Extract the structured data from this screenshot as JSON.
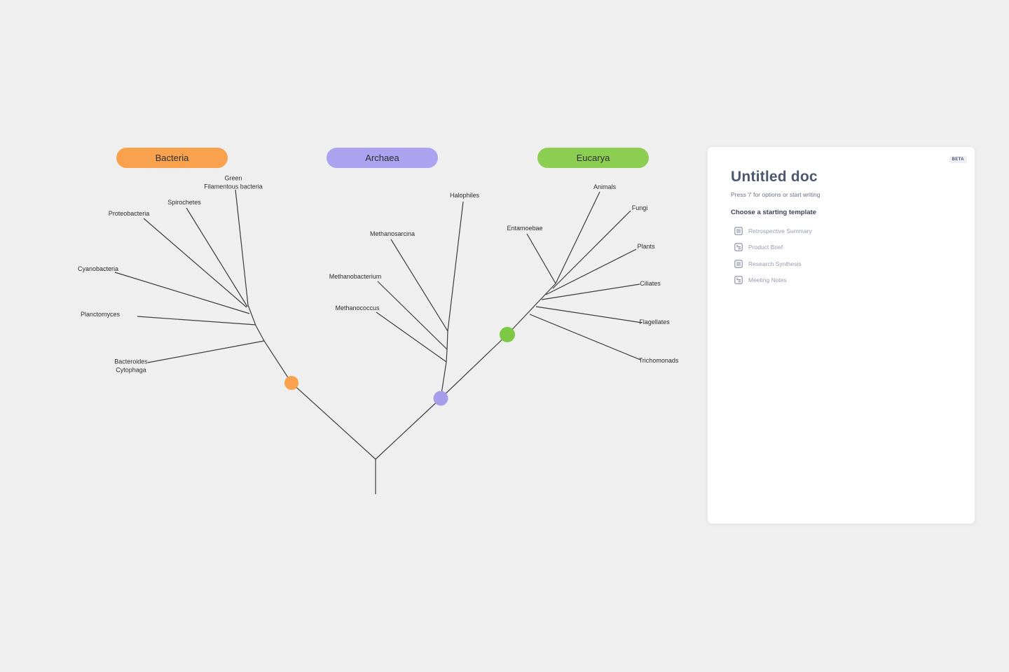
{
  "app": {
    "background_color": "#EFEFEF",
    "branch_line_color": "#3C3C3C"
  },
  "tree": {
    "domains": [
      {
        "label": "Bacteria",
        "pill_color": "#F9A24E",
        "node_color": "#F9A24E"
      },
      {
        "label": "Archaea",
        "pill_color": "#ACA2F0",
        "node_color": "#A89DEB"
      },
      {
        "label": "Eucarya",
        "pill_color": "#8CCE52",
        "node_color": "#7EC944"
      }
    ],
    "taxa": {
      "bacteria": {
        "proteobacteria": "Proteobacteria",
        "spirochetes": "Spirochetes",
        "green_filamentous_line1": "Green",
        "green_filamentous_line2": "Filamentous bacteria",
        "cyanobacteria": "Cyanobacteria",
        "planctomyces": "Planctomyces",
        "bacteroides_line1": "Bacteroides",
        "bacteroides_line2": "Cytophaga"
      },
      "archaea": {
        "halophiles": "Halophiles",
        "methanosarcina": "Methanosarcina",
        "methanobacterium": "Methanobacterium",
        "methanococcus": "Methanococcus"
      },
      "eucarya": {
        "entamoebae": "Entamoebae",
        "animals": "Animals",
        "fungi": "Fungi",
        "plants": "Plants",
        "ciliates": "Ciliates",
        "flagellates": "Flagellates",
        "trichomonads": "Trichomonads"
      }
    }
  },
  "doc_panel": {
    "beta_badge": "BETA",
    "title": "Untitled doc",
    "placeholder": "Press '/' for options or start writing",
    "templates_heading": "Choose a starting template",
    "templates": [
      {
        "label": "Retrospective Summary"
      },
      {
        "label": "Product Brief"
      },
      {
        "label": "Research Synthesis"
      },
      {
        "label": "Meeting Notes"
      }
    ]
  }
}
